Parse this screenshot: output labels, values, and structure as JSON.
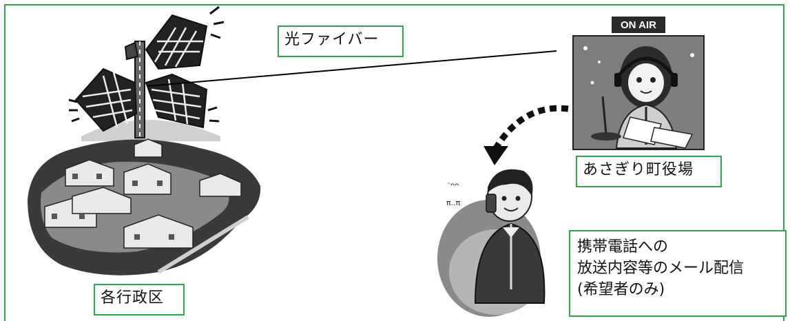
{
  "labels": {
    "fiber": "光ファイバー",
    "office": "あさぎり町役場",
    "districts": "各行政区",
    "mail_line1": "携帯電話への",
    "mail_line2": "放送内容等のメール配信",
    "mail_line3": "(希望者のみ)"
  },
  "on_air_sign": "ON AIR",
  "colors": {
    "frame_border": "#2aa84a",
    "label_border": "#2aa84a",
    "connection_line": "#000000",
    "arrow": "#111111"
  }
}
